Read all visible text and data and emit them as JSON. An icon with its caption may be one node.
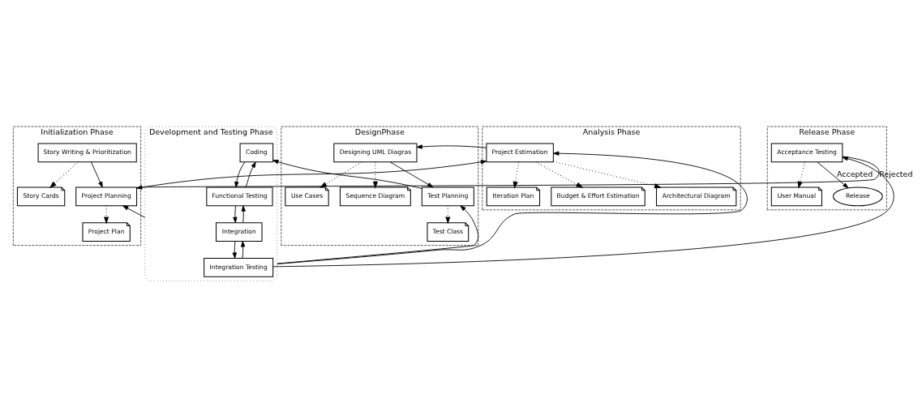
{
  "diagram": {
    "nodes": [
      {
        "text": [
          "Initialization Phase"
        ]
      },
      {
        "text": [
          "Story Writing & Prioritization"
        ],
        "in": 0
      },
      {
        "text": [
          "Story Cards"
        ],
        "in": 0
      },
      {
        "text": [
          "Project Planning"
        ],
        "in": 0
      },
      {
        "text": [
          "Project Plan"
        ],
        "in": 0
      },
      {
        "text": [
          "Analysis Phase"
        ]
      },
      {
        "text": [
          "Project Estimation"
        ],
        "in": 5
      },
      {
        "text": [
          "Iteration Plan"
        ],
        "in": 5
      },
      {
        "text": [
          "Budget & Effort Estimation"
        ],
        "in": 5
      },
      {
        "text": [
          "Architectural Diagram"
        ],
        "in": 5
      },
      {
        "text": [
          "DesignPhase"
        ]
      },
      {
        "text": [
          "Designing UML Diagras"
        ],
        "in": 10
      },
      {
        "text": [
          "Use Cases"
        ],
        "in": 10
      },
      {
        "text": [
          "Sequence Diagram"
        ],
        "in": 10
      },
      {
        "text": [
          "Test Planning"
        ],
        "in": 10
      },
      {
        "text": [
          "Test Class"
        ],
        "in": 10
      },
      {
        "text": [
          "Development and Testing Phase"
        ]
      },
      {
        "text": [
          "Coding"
        ],
        "in": 16
      },
      {
        "text": [
          "Functional Testing"
        ],
        "in": 16
      },
      {
        "text": [
          "Integration"
        ],
        "in": 16
      },
      {
        "text": [
          "Integration Testing"
        ],
        "in": 16
      },
      {
        "text": [
          "Release Phase"
        ]
      },
      {
        "text": [
          "Acceptance Testing"
        ],
        "in": 21
      },
      {
        "text": [
          "User Manual"
        ],
        "in": 21
      },
      {
        "text": [
          "Release"
        ],
        "in": 21
      }
    ],
    "edges": [
      {
        "from": 1,
        "to": 2,
        "arrow": "to",
        "style": "dashed"
      },
      {
        "from": 1,
        "to": 3,
        "arrow": "to"
      },
      {
        "from": 3,
        "to": 4,
        "arrow": "to",
        "style": "dashed"
      },
      {
        "from": 3,
        "to": 6,
        "arrow": "to"
      },
      {
        "from": 6,
        "to": 7,
        "arrow": "to",
        "style": "dashed"
      },
      {
        "from": 6,
        "to": 8,
        "arrow": "to",
        "style": "dashed"
      },
      {
        "from": 6,
        "to": 9,
        "arrow": "to",
        "style": "dashed"
      },
      {
        "from": 6,
        "to": 11,
        "arrow": "to"
      },
      {
        "from": 11,
        "to": 12,
        "arrow": "to",
        "style": "dashed"
      },
      {
        "from": 11,
        "to": 13,
        "arrow": "to",
        "style": "dashed"
      },
      {
        "from": 11,
        "to": 14,
        "arrow": "to"
      },
      {
        "from": 14,
        "to": 15,
        "arrow": "to",
        "style": "dashed"
      },
      {
        "from": 14,
        "to": 17,
        "arrow": "to"
      },
      {
        "from": 17,
        "to": 18,
        "arrow": "to"
      },
      {
        "from": 18,
        "to": 17,
        "arrow": "to"
      },
      {
        "from": 18,
        "to": 19,
        "arrow": "to"
      },
      {
        "from": 19,
        "to": 18,
        "arrow": "to"
      },
      {
        "from": 19,
        "to": 20,
        "arrow": "to"
      },
      {
        "from": 20,
        "to": 19,
        "arrow": "to"
      },
      {
        "from": 20,
        "to": 22,
        "arrow": "to"
      },
      {
        "from": 22,
        "to": 23,
        "arrow": "to",
        "style": "dashed"
      },
      {
        "from": 22,
        "to": 24,
        "arrow": "to",
        "label": "Accepted"
      },
      {
        "from": 22,
        "to": 3,
        "arrow": "to",
        "label": "Rejected"
      },
      {
        "from": 16,
        "to": 14,
        "arrow": "to"
      },
      {
        "from": 16,
        "to": 6,
        "arrow": "to"
      },
      {
        "from": 16,
        "to": 3,
        "arrow": "to"
      }
    ]
  }
}
